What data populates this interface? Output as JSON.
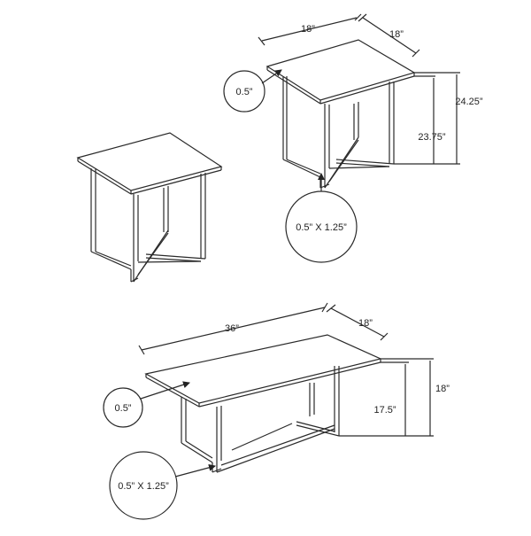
{
  "end_table": {
    "width": "18”",
    "depth": "18”",
    "top_thickness": "0.5”",
    "overall_height": "24.25”",
    "leg_height": "23.75”",
    "leg_profile": "0.5” X 1.25”"
  },
  "coffee_table": {
    "length": "36”",
    "depth": "18”",
    "top_thickness": "0.5”",
    "overall_height": "18”",
    "leg_height": "17.5”",
    "leg_profile": "0.5” X 1.25”"
  },
  "colors": {
    "line": "#2a2a2a",
    "background": "#ffffff"
  }
}
